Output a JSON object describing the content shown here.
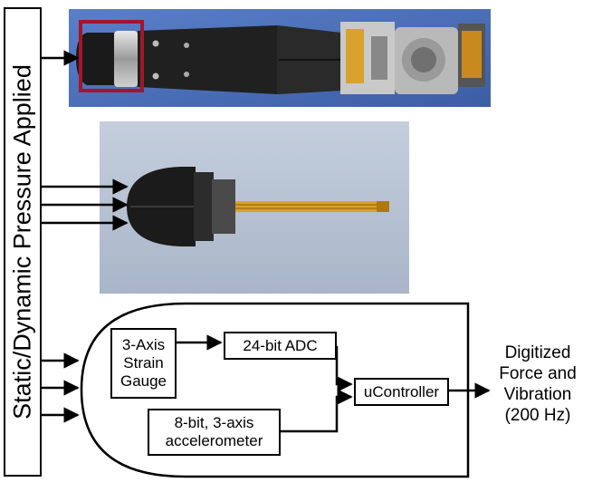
{
  "side_label": "Static/Dynamic Pressure Applied",
  "blocks": {
    "strain_gauge": "3-Axis\nStrain\nGauge",
    "adc": "24-bit ADC",
    "accelerometer": "8-bit, 3-axis\naccelerometer",
    "controller": "uController"
  },
  "output_label": "Digitized\nForce and\nVibration\n(200 Hz)",
  "colors": {
    "highlight_box": "#a3162a",
    "photo_top_bg": "#4a6fb8",
    "photo_mid_bg": "#b8c4d6",
    "flex_cable": "#d9a12e"
  }
}
